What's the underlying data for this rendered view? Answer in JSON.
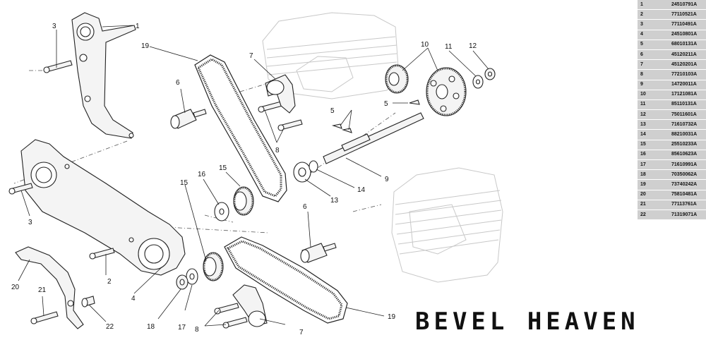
{
  "callouts": {
    "c1": "1",
    "c2": "2",
    "c3a": "3",
    "c3b": "3",
    "c4": "4",
    "c5a": "5",
    "c5b": "5",
    "c6a": "6",
    "c6b": "6",
    "c7a": "7",
    "c7b": "7",
    "c8a": "8",
    "c8b": "8",
    "c9": "9",
    "c10": "10",
    "c11": "11",
    "c12": "12",
    "c13": "13",
    "c14": "14",
    "c15a": "15",
    "c15b": "15",
    "c16": "16",
    "c17": "17",
    "c18": "18",
    "c19a": "19",
    "c19b": "19",
    "c20": "20",
    "c21": "21",
    "c22": "22"
  },
  "parts_list": [
    {
      "ref": "1",
      "code": "24510791A"
    },
    {
      "ref": "2",
      "code": "77110521A"
    },
    {
      "ref": "3",
      "code": "77110491A"
    },
    {
      "ref": "4",
      "code": "24510801A"
    },
    {
      "ref": "5",
      "code": "68010131A"
    },
    {
      "ref": "6",
      "code": "45120211A"
    },
    {
      "ref": "7",
      "code": "45120201A"
    },
    {
      "ref": "8",
      "code": "77210103A"
    },
    {
      "ref": "9",
      "code": "14720011A"
    },
    {
      "ref": "10",
      "code": "17121081A"
    },
    {
      "ref": "11",
      "code": "85110131A"
    },
    {
      "ref": "12",
      "code": "75011601A"
    },
    {
      "ref": "13",
      "code": "71610732A"
    },
    {
      "ref": "14",
      "code": "88210031A"
    },
    {
      "ref": "15",
      "code": "25510233A"
    },
    {
      "ref": "16",
      "code": "85610623A"
    },
    {
      "ref": "17",
      "code": "71610991A"
    },
    {
      "ref": "18",
      "code": "70350062A"
    },
    {
      "ref": "19",
      "code": "73740242A"
    },
    {
      "ref": "20",
      "code": "75810481A"
    },
    {
      "ref": "21",
      "code": "77113761A"
    },
    {
      "ref": "22",
      "code": "71319071A"
    }
  ],
  "brand": "BEVEL HEAVEN"
}
